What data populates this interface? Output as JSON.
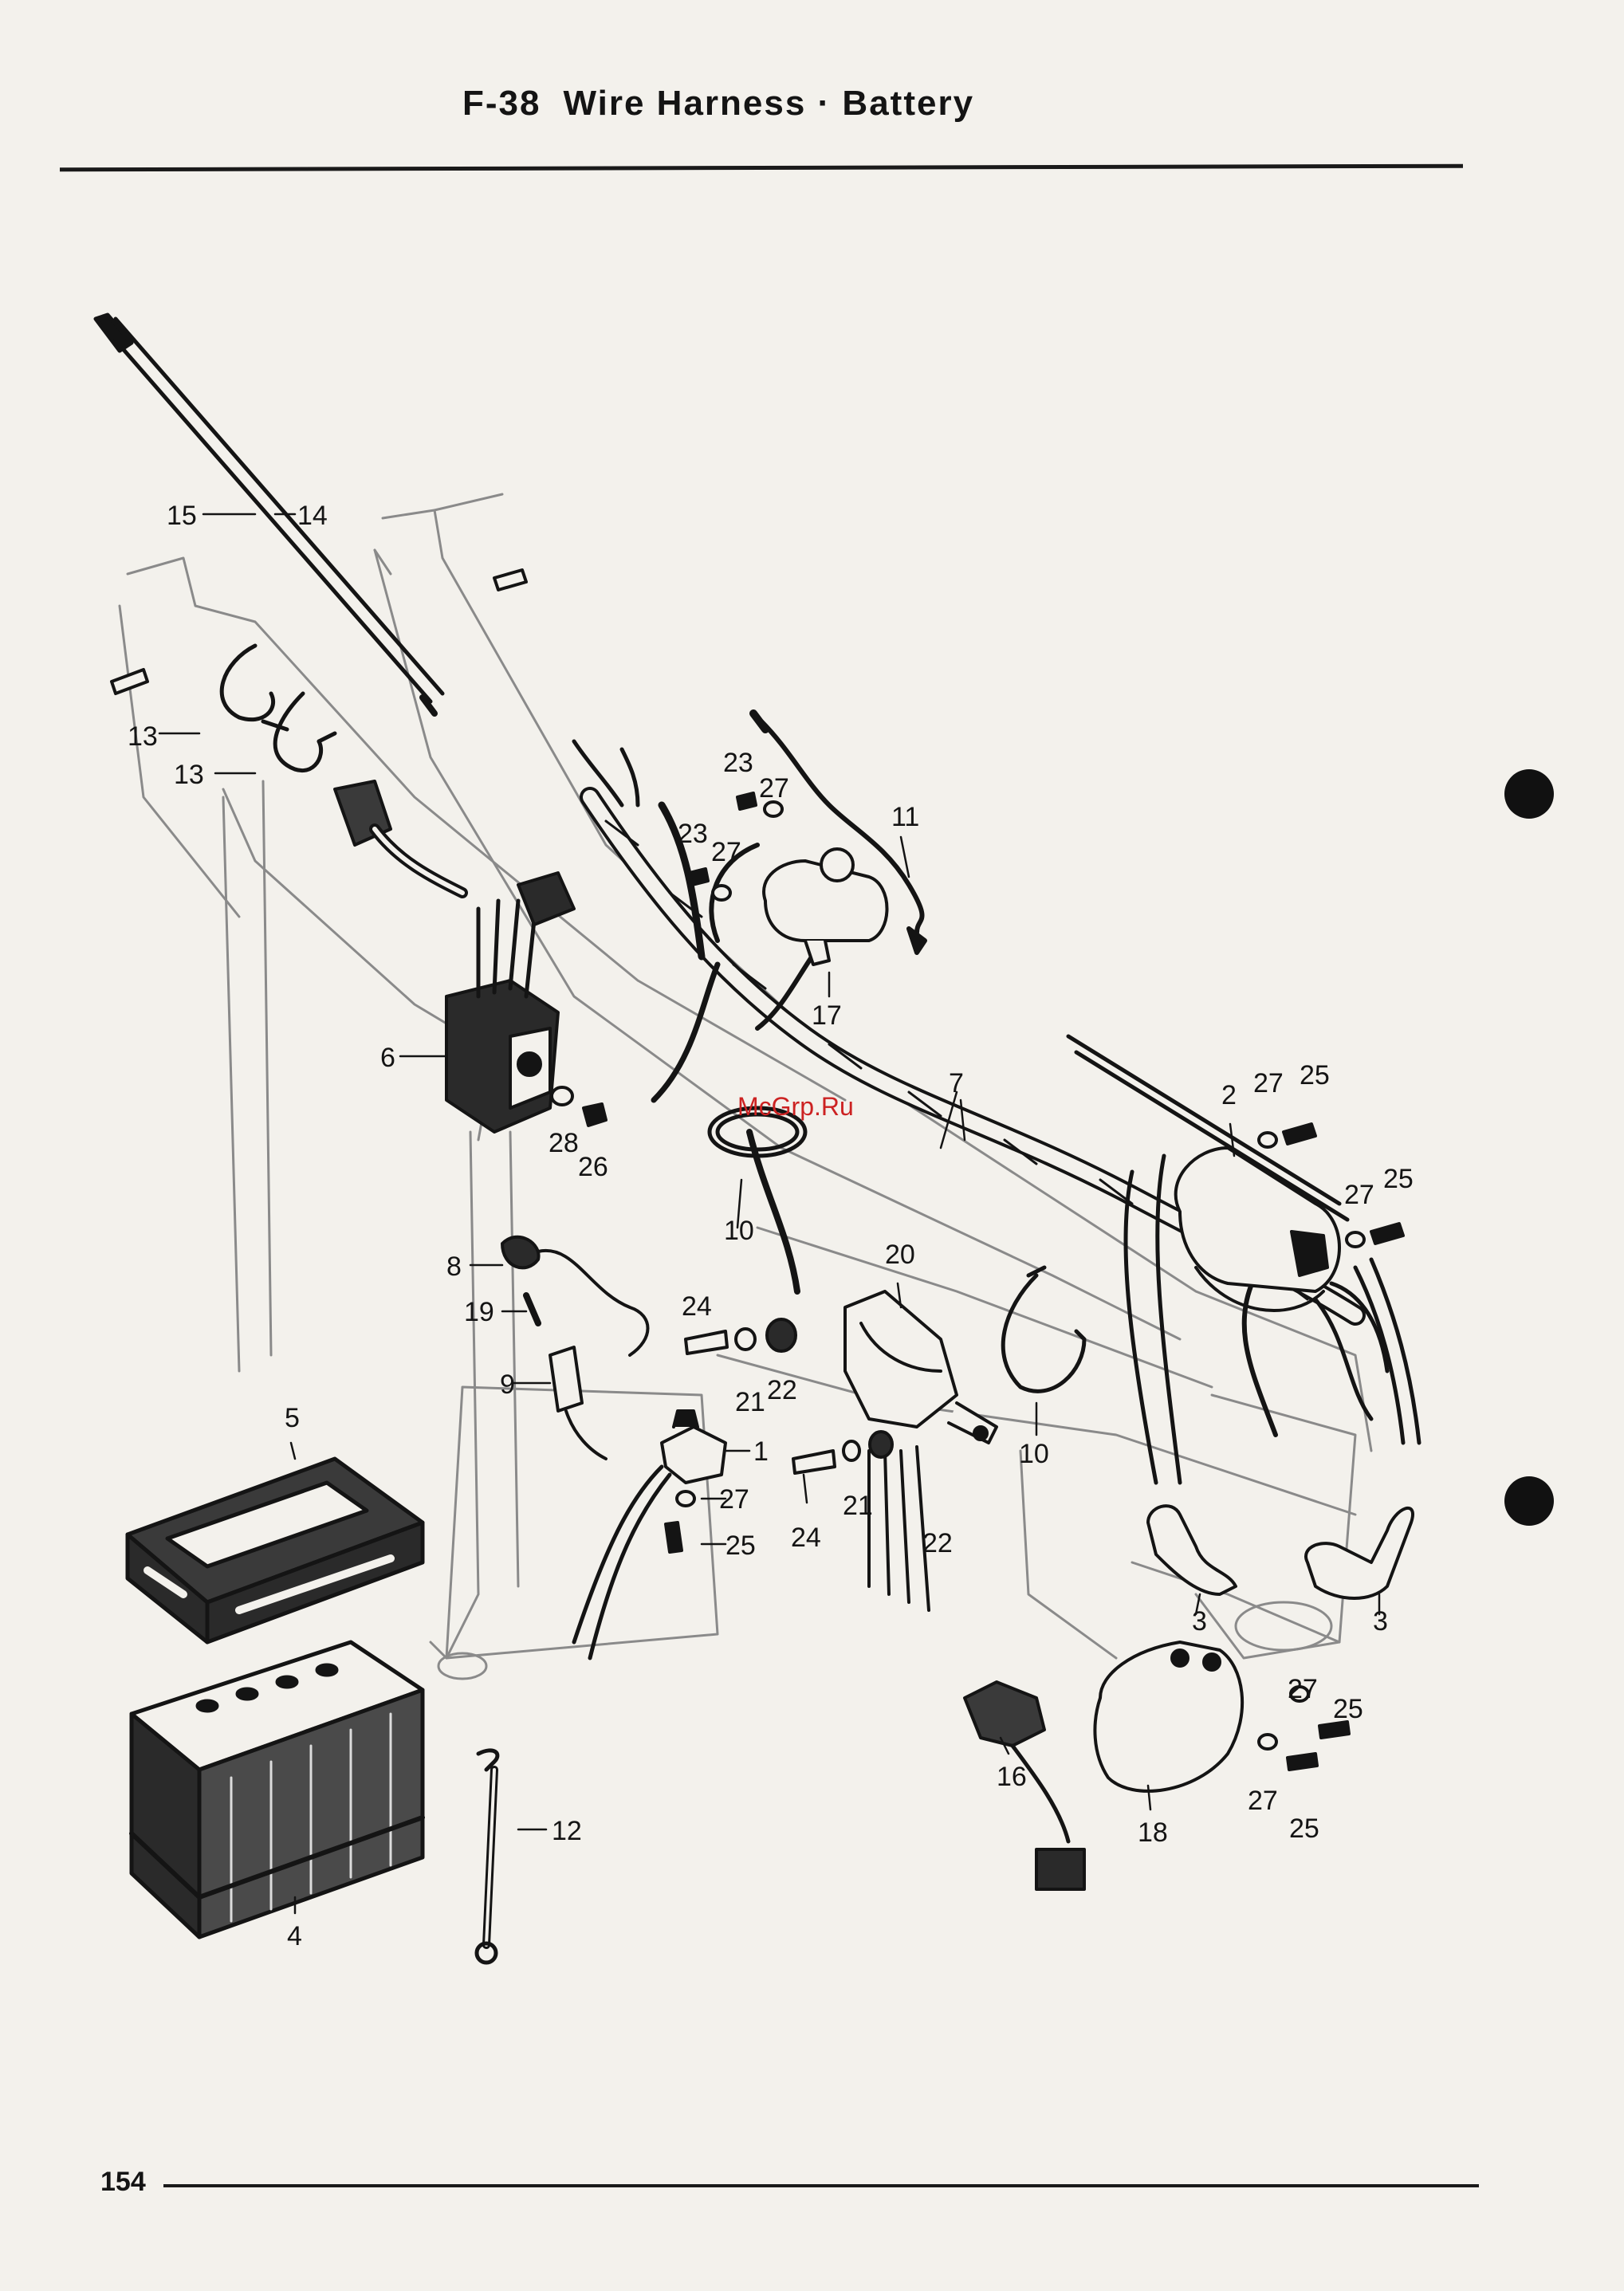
{
  "header": {
    "code": "F-38",
    "title": "Wire Harness · Battery"
  },
  "watermark": "McGrp.Ru",
  "footer": {
    "page_number": "154"
  },
  "callouts": {
    "c1": "1",
    "c2": "2",
    "c3a": "3",
    "c3b": "3",
    "c4": "4",
    "c5": "5",
    "c6": "6",
    "c7": "7",
    "c8": "8",
    "c9": "9",
    "c10a": "10",
    "c10b": "10",
    "c11": "11",
    "c12": "12",
    "c13a": "13",
    "c13b": "13",
    "c14": "14",
    "c15": "15",
    "c16": "16",
    "c17": "17",
    "c18": "18",
    "c19": "19",
    "c20": "20",
    "c21a": "21",
    "c21b": "21",
    "c22a": "22",
    "c22b": "22",
    "c23a": "23",
    "c23b": "23",
    "c24a": "24",
    "c24b": "24",
    "c25a": "25",
    "c25b": "25",
    "c25c": "25",
    "c25d": "25",
    "c25e": "25",
    "c26": "26",
    "c27a": "27",
    "c27b": "27",
    "c27c": "27",
    "c27d": "27",
    "c27e": "27",
    "c27f": "27",
    "c27g": "27",
    "c28": "28"
  },
  "colors": {
    "paper": "#f3f1ec",
    "ink": "#141414",
    "frame_line": "#8a8a8a",
    "watermark": "#cc2222"
  }
}
